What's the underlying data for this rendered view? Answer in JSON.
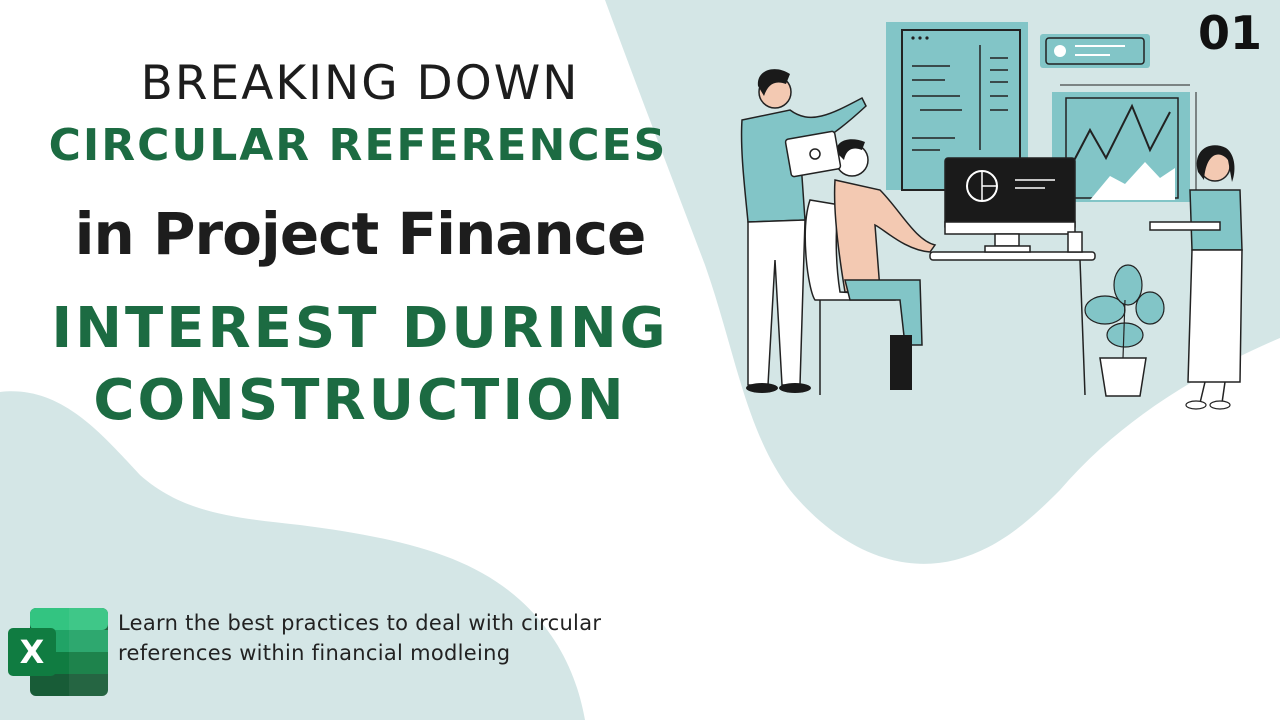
{
  "title": {
    "line1": "BREAKING DOWN",
    "line2": "CIRCULAR REFERENCES",
    "line3": "in Project Finance",
    "line4": "INTEREST DURING",
    "line5": "CONSTRUCTION"
  },
  "episode_number": "01",
  "description": "Learn the best practices to deal with circular references within financial modleing",
  "logo": {
    "letter": "X",
    "icon": "excel-logo-icon"
  },
  "illustration": {
    "icon": "office-team-illustration"
  },
  "colors": {
    "accent_green": "#1c6b42",
    "text_dark": "#1d1d1d",
    "background_blob": "#d4e6e6",
    "teal": "#82c5c7",
    "excel_green": "#1e7145"
  }
}
